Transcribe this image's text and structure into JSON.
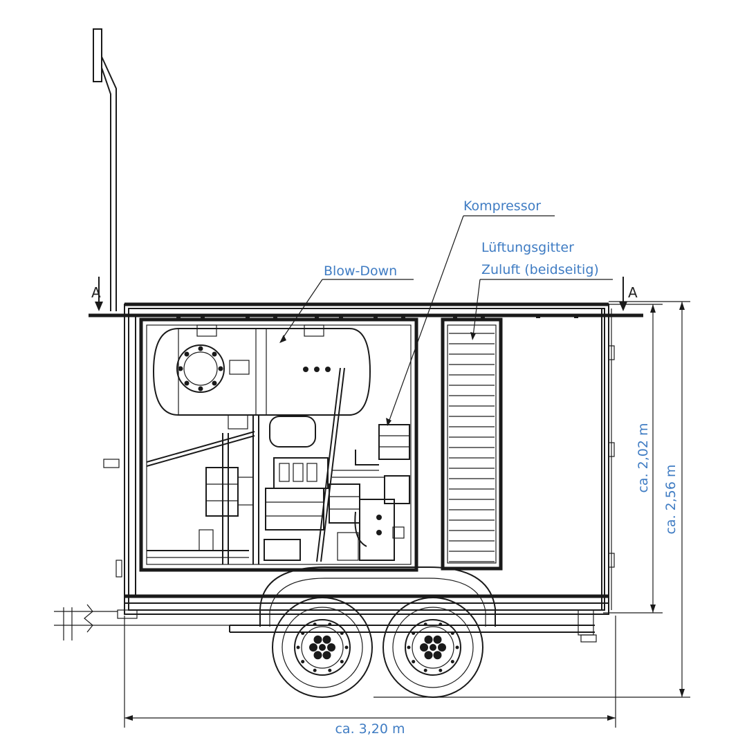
{
  "labels": {
    "blow_down": "Blow-Down",
    "kompressor": "Kompressor",
    "lueftung_line1": "Lüftungsgitter",
    "lueftung_line2": "Zuluft (beidseitig)"
  },
  "section_markers": {
    "left": "A",
    "right": "A"
  },
  "dimensions": {
    "height_body": "ca. 2,02 m",
    "height_total": "ca. 2,56 m",
    "length": "ca. 3,20 m"
  },
  "colors": {
    "annotation": "#3f7cc3",
    "line": "#1a1a1a"
  }
}
